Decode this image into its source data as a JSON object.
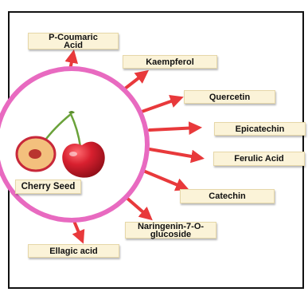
{
  "center": {
    "label": "Cherry Seed"
  },
  "compounds": [
    {
      "id": "p-coumaric",
      "label": "P-Coumaric Acid"
    },
    {
      "id": "kaempferol",
      "label": "Kaempferol"
    },
    {
      "id": "quercetin",
      "label": "Quercetin"
    },
    {
      "id": "epicatechin",
      "label": "Epicatechin"
    },
    {
      "id": "ferulic",
      "label": "Ferulic Acid"
    },
    {
      "id": "catechin",
      "label": "Catechin"
    },
    {
      "id": "naringenin",
      "label": "Naringenin-7-O-glucoside"
    },
    {
      "id": "ellagic",
      "label": "Ellagic acid"
    }
  ],
  "colors": {
    "arrow": "#e8393b",
    "ring": "#e86ac0",
    "label_bg": "#fbf3d8",
    "cherry": "#d41f2e"
  }
}
